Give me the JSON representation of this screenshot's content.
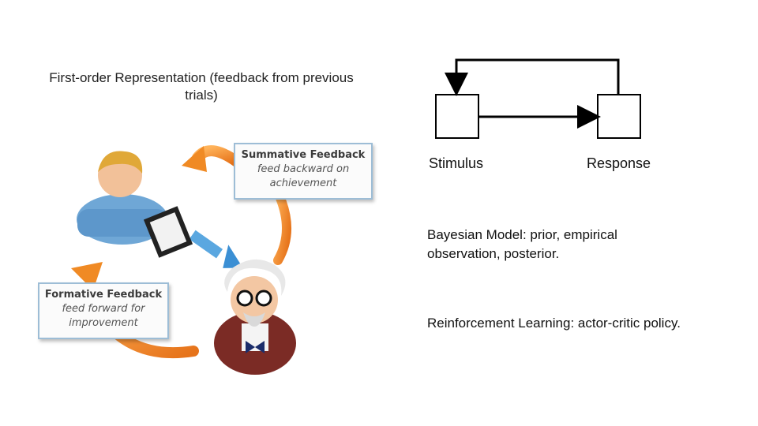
{
  "left_panel": {
    "title": "First-order Representation (feedback from previous trials)",
    "summative": {
      "heading": "Summative Feedback",
      "subtitle": "feed backward on achievement"
    },
    "formative": {
      "heading": "Formative Feedback",
      "subtitle": "feed forward for improvement"
    }
  },
  "diagram": {
    "stimulus_label": "Stimulus",
    "response_label": "Response"
  },
  "notes": {
    "bayesian": "Bayesian Model: prior, empirical observation, posterior.",
    "reinforcement": "Reinforcement Learning: actor-critic policy."
  },
  "colors": {
    "arrow_orange": "#f08a24",
    "arrow_blue": "#5aa7e0",
    "box_border": "#9dbdd6"
  }
}
